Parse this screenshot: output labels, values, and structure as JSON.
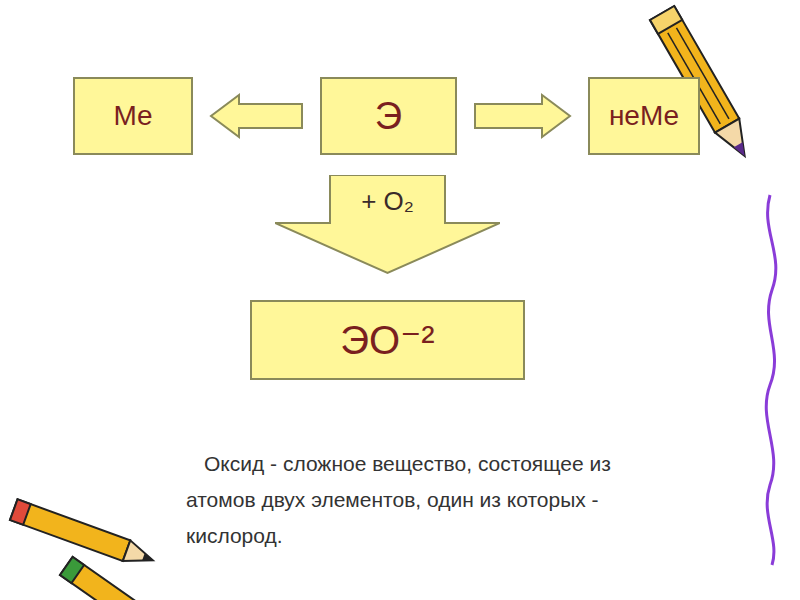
{
  "diagram": {
    "caption": "Оксид - сложное вещество, состоящее из атомов двух элементов, один из которых - кислород.",
    "nodes": [
      {
        "text": [
          "Ме"
        ]
      },
      {
        "text": [
          "Э"
        ]
      },
      {
        "text": [
          "неМе"
        ]
      },
      {
        "text": [
          "+ O₂"
        ]
      },
      {
        "text": [
          "ЭО⁻²"
        ]
      }
    ],
    "edges": [
      {
        "from": 1,
        "to": 0,
        "arrow": "to"
      },
      {
        "from": 1,
        "to": 2,
        "arrow": "to"
      }
    ]
  }
}
